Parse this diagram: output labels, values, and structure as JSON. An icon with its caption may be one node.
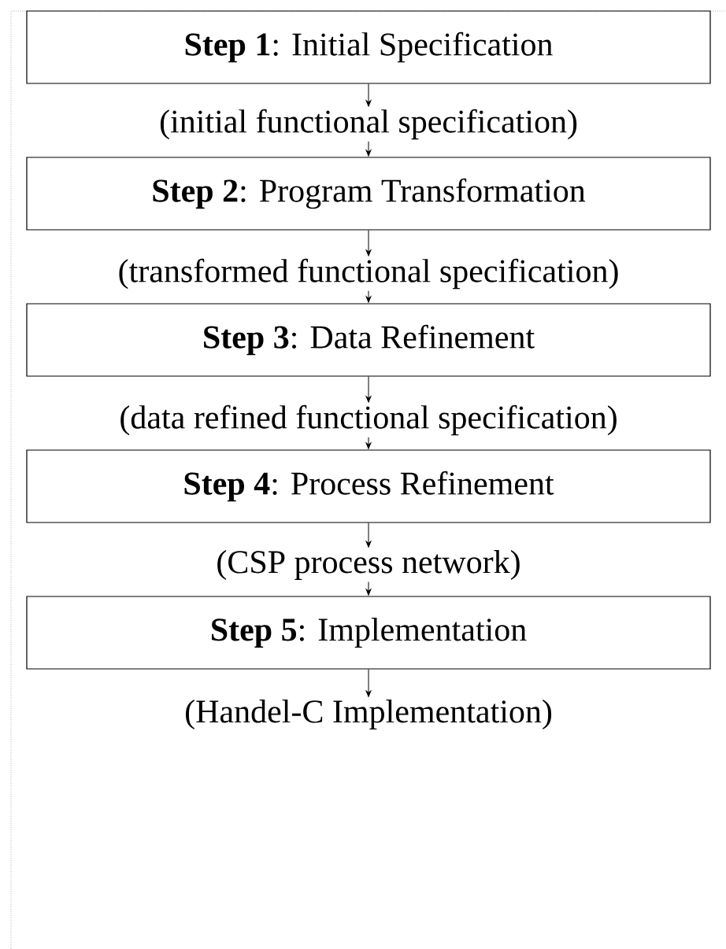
{
  "diagram": {
    "nodes": [
      {
        "text": [
          "**Step 1**: Initial Specification"
        ]
      },
      {
        "text": [
          "(initial functional specification)"
        ]
      },
      {
        "text": [
          "**Step 2**: Program Transformation"
        ]
      },
      {
        "text": [
          "(transformed functional specification)"
        ]
      },
      {
        "text": [
          "**Step 3**: Data Refinement"
        ]
      },
      {
        "text": [
          "(data refined functional specification)"
        ]
      },
      {
        "text": [
          "**Step 4**: Process Refinement"
        ]
      },
      {
        "text": [
          "(CSP process network)"
        ]
      },
      {
        "text": [
          "**Step 5**: Implementation"
        ]
      },
      {
        "text": [
          "(Handel-C Implementation)"
        ]
      }
    ],
    "edges": [
      {
        "from": 0,
        "to": 1,
        "arrow": "to"
      },
      {
        "from": 1,
        "to": 2,
        "arrow": "to"
      },
      {
        "from": 2,
        "to": 3,
        "arrow": "to"
      },
      {
        "from": 3,
        "to": 4,
        "arrow": "to"
      },
      {
        "from": 4,
        "to": 5,
        "arrow": "to"
      },
      {
        "from": 5,
        "to": 6,
        "arrow": "to"
      },
      {
        "from": 6,
        "to": 7,
        "arrow": "to"
      },
      {
        "from": 7,
        "to": 8,
        "arrow": "to"
      },
      {
        "from": 8,
        "to": 9,
        "arrow": "to"
      }
    ]
  }
}
